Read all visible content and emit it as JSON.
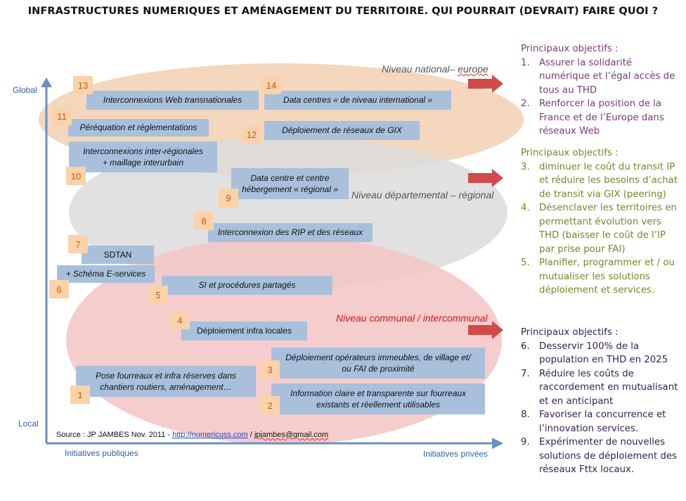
{
  "title": "INFRASTRUCTURES NUMERIQUES ET AMÉNAGEMENT DU TERRITOIRE. QUI POURRAIT (DEVRAIT) FAIRE QUOI ?",
  "axes": {
    "y_top": "Global",
    "y_bottom": "Local",
    "x_left": "Initiatives publiques",
    "x_right": "Initiatives privées"
  },
  "levels": {
    "national": {
      "prefix": "Niveau national– ",
      "suffix": "europe",
      "color": "#555555"
    },
    "departmental": {
      "text": "Niveau départemental – régional",
      "color": "#555555"
    },
    "communal": {
      "text": "Niveau communal / intercommunal",
      "color": "#d01a1a"
    }
  },
  "colors": {
    "national_ellipse": "#f3d3b5",
    "departmental_ellipse": "#dcdcdc",
    "communal_ellipse": "#f2c4c3",
    "box": "#a8c0dc",
    "number": "#fbd2aa",
    "arrow": "#d04a4a",
    "axis": "#6a8fc4",
    "objectives_national": "#7a3a7a",
    "objectives_departmental": "#6e8a2c",
    "objectives_communal": "#3a2050"
  },
  "items": [
    {
      "num": "13",
      "text": "Interconnexions Web transnationales"
    },
    {
      "num": "14",
      "text": "Data centres « de niveau international »"
    },
    {
      "num": "11",
      "text": "Péréquation et réglementations"
    },
    {
      "num": "12",
      "text": "Déploiement de réseaux de GIX"
    },
    {
      "num": "10",
      "line1": "Interconnexions inter-régionales",
      "line2": "+ maillage interurbain"
    },
    {
      "num": "9",
      "line1": "Data centre et centre",
      "line2": "hébergement « régional »"
    },
    {
      "num": "8",
      "text": "Interconnexion des RIP et des réseaux"
    },
    {
      "num": "7",
      "text": "SDTAN"
    },
    {
      "num": "6",
      "text": "+ Schéma E-services"
    },
    {
      "num": "5",
      "text": "SI et procédures partagés"
    },
    {
      "num": "4",
      "text": "Déploiement infra locales"
    },
    {
      "num": "3",
      "line1": "Déploiement opérateurs immeubles, de village et/",
      "line2": "ou FAI de proximité"
    },
    {
      "num": "1",
      "line1": "Pose fourreaux et infra réserves dans",
      "line2": "chantiers routiers, aménagement…"
    },
    {
      "num": "2",
      "line1": "Information claire et transparente sur fourreaux",
      "line2": "existants et réellement utilisables"
    }
  ],
  "source": {
    "prefix": "Source : JP JAMBES Nov. 2011 - ",
    "link": "http://numericuss.com",
    "sep": " / ",
    "email": "jpjambes@gmail.com"
  },
  "objectives": [
    {
      "heading": "Principaux objectifs :",
      "items": [
        {
          "n": "1.",
          "text": "Assurer la solidarité numérique et l’égal accès de tous au THD"
        },
        {
          "n": "2.",
          "text": "Renforcer la position de la France et de l’Europe dans réseaux Web"
        }
      ]
    },
    {
      "heading": "Principaux objectifs :",
      "items": [
        {
          "n": "3.",
          "text": "diminuer le coût du transit IP et réduire les besoins d’achat de transit via GIX (peering)"
        },
        {
          "n": "4.",
          "text": "Désenclaver les territoires en permettant évolution vers THD (baisser le coût de l’IP par prise pour FAI)"
        },
        {
          "n": "5.",
          "text": "Planifier, programmer et / ou mutualiser les solutions déploiement et services."
        }
      ]
    },
    {
      "heading": "Principaux objectifs :",
      "items": [
        {
          "n": "6.",
          "text": "Desservir 100% de la population en THD en 2025"
        },
        {
          "n": "7.",
          "text": "Réduire les coûts de raccordement en mutualisant et en anticipant"
        },
        {
          "n": "8.",
          "text": "Favoriser la concurrence et l’innovation services."
        },
        {
          "n": "9.",
          "text": "Expérimenter de nouvelles solutions de déploiement des réseaux Fttx locaux."
        }
      ]
    }
  ]
}
